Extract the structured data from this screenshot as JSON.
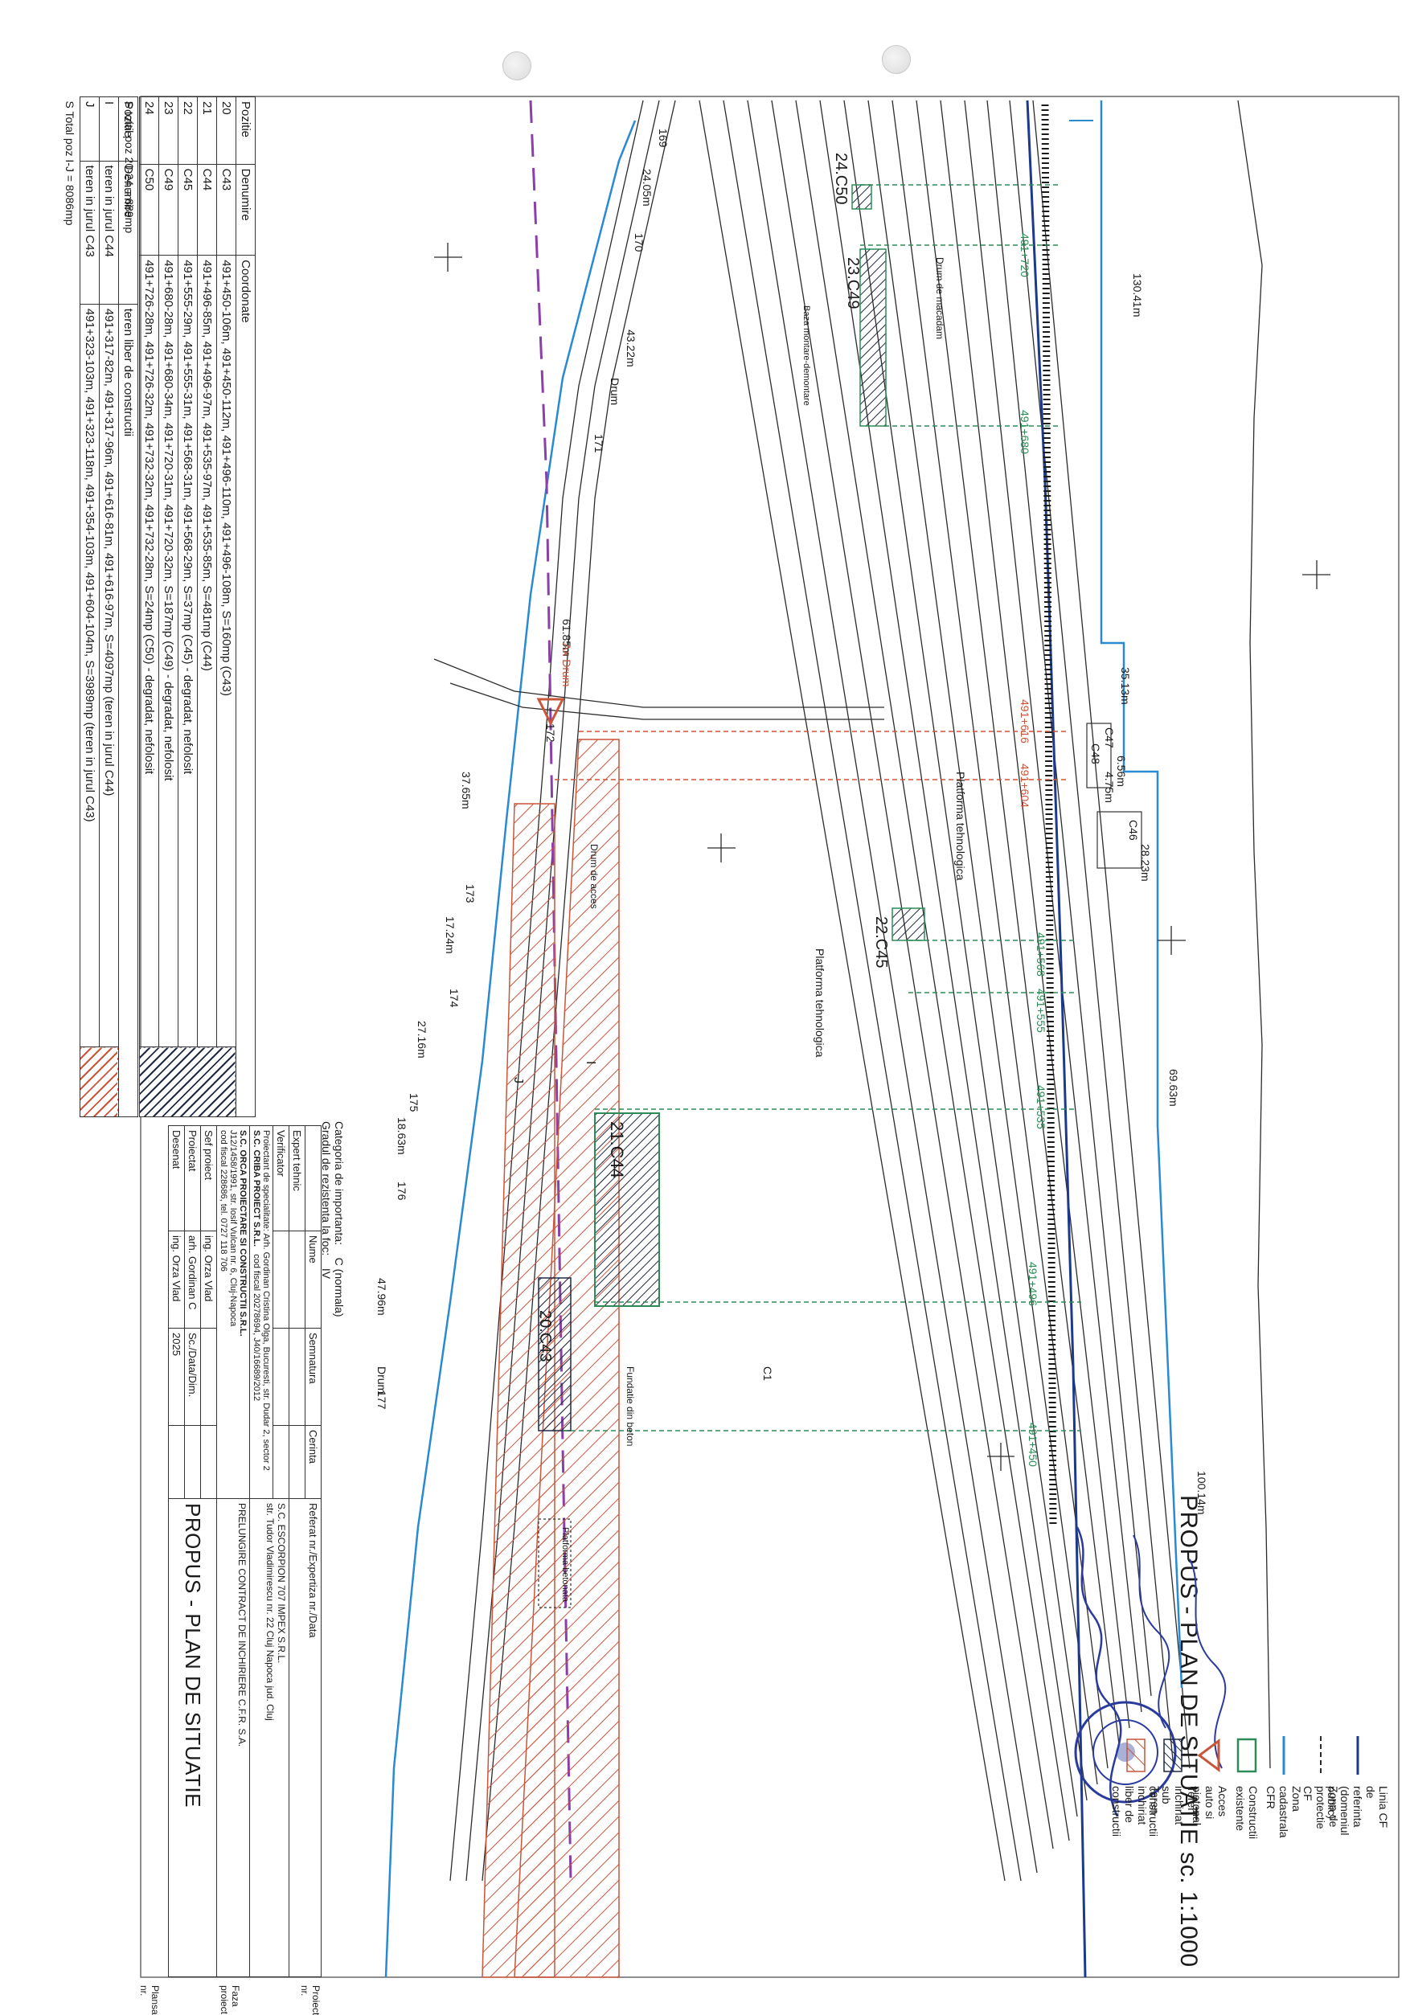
{
  "colors": {
    "cf_line": "#1d3a8a",
    "cadastral": "#2a8ad1",
    "existing": "#2e8b57",
    "leased": "#1f2a44",
    "free": "#c8563b",
    "axis": "#8b3fa8"
  },
  "table_positions": {
    "headers": [
      "Pozitie",
      "Denumire",
      "Coordonate"
    ],
    "rows": [
      [
        "20",
        "C43",
        "491+450-106m, 491+450-112m, 491+496-110m, 491+496-108m, S=160mp (C43)"
      ],
      [
        "21",
        "C44",
        "491+496-85m, 491+496-97m, 491+535-97m, 491+535-85m, S=481mp (C44)"
      ],
      [
        "22",
        "C45",
        "491+555-29m, 491+555-31m, 491+568-31m, 491+568-29m, S=37mp (C45) - degradat, nefolosit"
      ],
      [
        "23",
        "C49",
        "491+680-28m, 491+680-34m, 491+720-31m, 491+720-32m, S=187mp (C49) - degradat, nefolosit"
      ],
      [
        "24",
        "C50",
        "491+726-28m, 491+726-32m, 491+732-32m, 491+732-28m, S=24mp (C50) - degradat, nefolosit"
      ]
    ],
    "total": "S total poz 20-24 = 889mp"
  },
  "table_free": {
    "headers": [
      "Pozitie",
      "Denumire",
      "teren liber de constructii"
    ],
    "rows": [
      [
        "I",
        "teren in jurul C44",
        "491+317-82m, 491+317-96m, 491+616-81m, 491+616-97m, S=4097mp (teren in jurul C44)"
      ],
      [
        "J",
        "teren in jurul C43",
        "491+323-103m, 491+323-118m, 491+354-103m, 491+604-104m, S=3989mp (teren in jurul C43)"
      ]
    ],
    "total": "S Total poz I-J = 8086mp"
  },
  "plan_labels": {
    "track_km": [
      "169",
      "170",
      "171",
      "172",
      "173",
      "174",
      "175",
      "176",
      "177"
    ],
    "distances": [
      "24.05m",
      "43.22m",
      "61.85m",
      "37.65m",
      "17.24m",
      "27.16m",
      "18.63m",
      "47.96m",
      "130.41m",
      "35.13m",
      "28.23m",
      "69.63m",
      "100.14m",
      "6.56m",
      "4.75m"
    ],
    "drum": "Drum",
    "axis_label": "Ax Drum",
    "chainage": [
      "491+450",
      "491+496",
      "491+535",
      "491+555",
      "491+568",
      "491+604",
      "491+616",
      "491+680",
      "491+720"
    ],
    "areas": [
      "Platforma tehnologica",
      "Platforma tehnologica",
      "Baza montare-demontare",
      "Drum de macadam",
      "Drum de acces",
      "Fundatie din beton",
      "Platforma betonata"
    ],
    "buildings": [
      "24.C50",
      "23.C49",
      "22.C45",
      "21.C44",
      "20.C43",
      "C46",
      "C47",
      "C48",
      "C1"
    ],
    "zone_letters": [
      "I",
      "J"
    ]
  },
  "classification": {
    "category_label": "Categoria de importanta:",
    "category_value": "C (normala)",
    "fire_label": "Gradul de rezistenta la foc:",
    "fire_value": "IV"
  },
  "title_block": {
    "head": [
      "Nume",
      "Semnatura",
      "Cerinta"
    ],
    "rows_verif": [
      "Expert tehnic",
      "Verificator"
    ],
    "company_a": "S.C. CRIBA PROIECT S.R.L.",
    "company_a_details": "Proiectant de specialitate: Arh. Gordinan Cristina Olga, Bucuresti, str. Dudar 2, sector 2",
    "company_a_codes": "cod fiscal 20278694, J40/16689/2012",
    "company_b": "S.C. ORCA PROIECTARE SI CONSTRUCTII S.R.L.",
    "company_b_details": "J12/1458/1991, str. Iosif Vulcan nr. 6, Cluj-Napoca",
    "company_b_codes": "cod fiscal 228686, tel. 0727 118 706",
    "role_rows": [
      [
        "Sef proiect",
        "ing. Orza Vlad"
      ],
      [
        "Proiectat",
        "arh. Gordinan C"
      ],
      [
        "Desenat",
        "ing. Orza Vlad"
      ]
    ],
    "scale_label": "Sc./Data/Dim.",
    "year": "2025",
    "beneficiary": "Referat nr./Expertiza nr./Data",
    "beneficiary_name": "S.C. ESCORPION 707 IMPEX S.R.L.",
    "beneficiary_addr": "str. Tudor Vladimirescu nr. 22 Cluj Napoca jud. Cluj",
    "project_title": "PRELUNGIRE CONTRACT DE INCHIRIERE C.F.R. S.A.",
    "sheet_title": "PROPUS - PLAN DE SITUATIE",
    "big_title": "PROPUS - PLAN DE SITUATIE   sc. 1:1000",
    "project_no": "Proiect nr.",
    "phase": "Faza proiect",
    "sheet_no": "Plansa nr."
  },
  "legend": [
    {
      "label": "Linia CF de referinta (domeniul public)",
      "icon": "navy-line"
    },
    {
      "label": "Zona de protectie CF",
      "icon": "dashed-line"
    },
    {
      "label": "Zona cadastrala CFR",
      "icon": "blue-line"
    },
    {
      "label": "Constructii existente",
      "icon": "green-rect"
    },
    {
      "label": "Acces auto si pietonal",
      "icon": "red-triangle"
    },
    {
      "label": "Teren inchiriat sub constructii",
      "icon": "hatch-navy"
    },
    {
      "label": "Teren inchiriat liber de constructii",
      "icon": "hatch-red"
    }
  ]
}
